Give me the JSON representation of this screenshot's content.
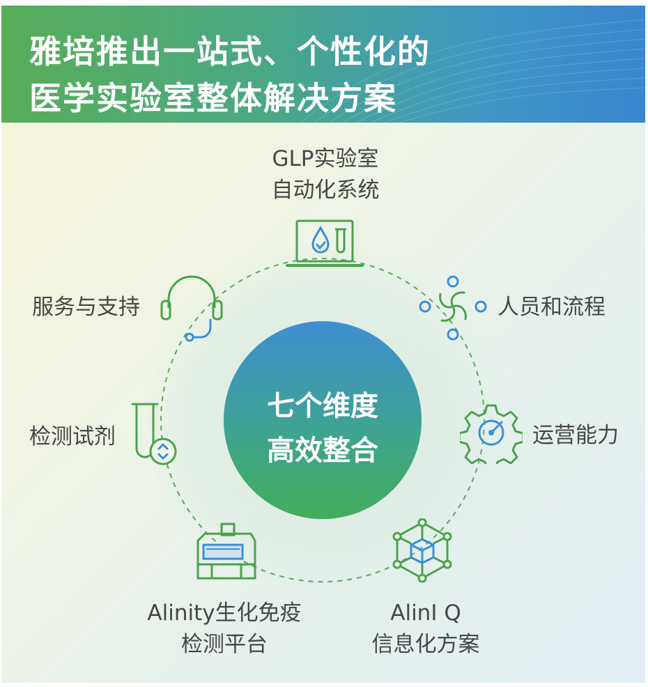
{
  "header": {
    "title_line1": "雅培推出一站式、个性化的",
    "title_line2": "医学实验室整体解决方案"
  },
  "center": {
    "line1": "七个维度",
    "line2": "高效整合"
  },
  "dimensions": {
    "glp": {
      "line1": "GLP实验室",
      "line2": "自动化系统",
      "icon": "laptop-droplet-icon"
    },
    "people": {
      "line1": "人员和流程",
      "icon": "flow-swirl-icon"
    },
    "operations": {
      "line1": "运营能力",
      "icon": "gear-target-icon"
    },
    "alinq": {
      "line1": "AlinI Q",
      "line2": "信息化方案",
      "icon": "network-cube-icon"
    },
    "alinity": {
      "line1": "Alinity生化免疫",
      "line2": "检测平台",
      "icon": "analyzer-machine-icon"
    },
    "reagents": {
      "line1": "检测试剂",
      "icon": "test-tube-icon"
    },
    "service": {
      "line1": "服务与支持",
      "icon": "headset-icon"
    }
  },
  "colors": {
    "header_green": "#58ad57",
    "header_blue": "#3a86cf",
    "icon_green": "#4aa34a",
    "icon_blue": "#3a8fd6",
    "ring_dash": "#5aab5c",
    "label_text": "#474747"
  }
}
